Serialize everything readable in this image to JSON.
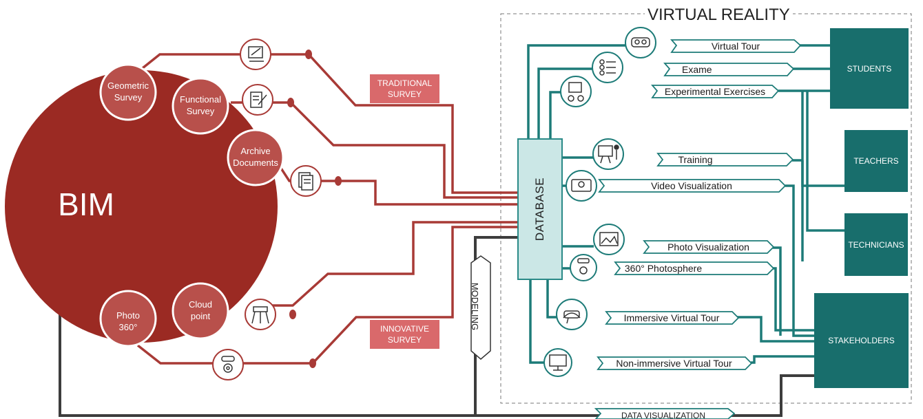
{
  "bim": {
    "title": "BIM",
    "nodes": {
      "geometric_survey": "Geometric\nSurvey",
      "functional_survey": "Functional\nSurvey",
      "archive_documents": "Archive\nDocuments",
      "photo_360": "Photo\n360°",
      "cloud_point": "Cloud\npoint"
    }
  },
  "surveys": {
    "traditional": "TRADITIONAL\nSURVEY",
    "innovative": "INNOVATIVE\nSURVEY"
  },
  "modeling": "MODELING",
  "data_visualization": "DATA VISUALIZATION",
  "virtual_reality": {
    "title": "VIRTUAL REALITY",
    "database": "DATABASE",
    "outputs": {
      "virtual_tour": "Virtual Tour",
      "exame": "Exame",
      "experimental_exercises": "Experimental Exercises",
      "training": "Training",
      "video_visualization": "Video Visualization",
      "photo_visualization": "Photo Visualization",
      "photosphere_360": "360° Photosphere",
      "immersive_virtual_tour": "Immersive Virtual Tour",
      "non_immersive_virtual_tour": "Non-immersive Virtual Tour"
    },
    "audiences": {
      "students": "STUDENTS",
      "teachers": "TEACHERS",
      "technicians": "TECHNICIANS",
      "stakeholders": "STAKEHOLDERS"
    }
  },
  "colors": {
    "bim_red": "#9b2a23",
    "bim_node": "#b8504b",
    "survey_tag": "#d9696b",
    "vr_teal": "#186e6c",
    "database_fill": "#cbe7e6",
    "dark_line": "#3d3d3d"
  },
  "icons": {
    "geometric_survey": "drawing-tablet-icon",
    "functional_survey": "clipboard-pen-icon",
    "archive_documents": "documents-icon",
    "cloud_point": "laser-scanner-icon",
    "photo_360": "360-camera-icon",
    "virtual_tour": "vr-headset-icon",
    "exame": "checklist-icon",
    "experimental_exercises": "lab-bench-icon",
    "training": "presentation-icon",
    "video_visualization": "video-player-icon",
    "photo_visualization": "image-icon",
    "photosphere_360": "360-camera-icon",
    "immersive_virtual_tour": "vr-viewer-icon",
    "non_immersive_virtual_tour": "monitor-icon"
  }
}
